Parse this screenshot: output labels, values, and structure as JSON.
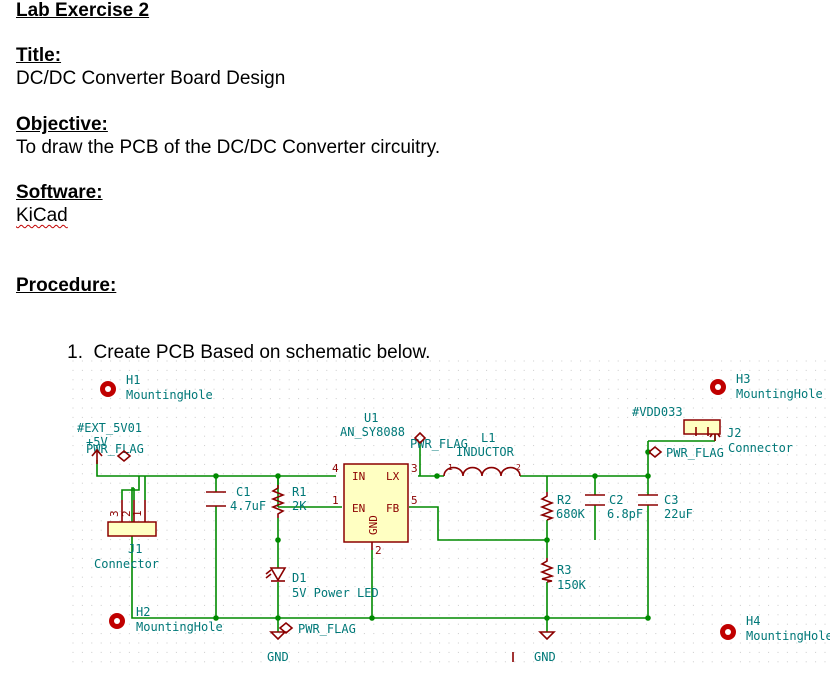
{
  "heading": "Lab Exercise 2",
  "sections": {
    "title_label": "Title:",
    "title_value": "DC/DC Converter Board Design",
    "objective_label": "Objective:",
    "objective_value": "To draw the PCB of the DC/DC Converter circuitry.",
    "software_label": "Software:",
    "software_value": "KiCad",
    "procedure_label": "Procedure:",
    "step_number": "1.",
    "step_text": "Create PCB Based on schematic below."
  },
  "schematic": {
    "h1_ref": "H1",
    "h1_val": "MountingHole",
    "h2_ref": "H2",
    "h2_val": "MountingHole",
    "h3_ref": "H3",
    "h3_val": "MountingHole",
    "h4_ref": "H4",
    "h4_val": "MountingHole",
    "ext_net": "#EXT_5V01",
    "pwr_flag_1": "PWR_FLAG",
    "v5": "+5V",
    "u1_ref": "U1",
    "u1_val": "AN_SY8088",
    "pwr_flag_2": "PWR_FLAG",
    "l1_ref": "L1",
    "l1_val": "INDUCTOR",
    "vdd_net": "#VDD033",
    "j2_ref": "J2",
    "j2_val": "Connector",
    "pwr_flag_3": "PWR_FLAG",
    "c1_ref": "C1",
    "c1_val": "4.7uF",
    "r1_ref": "R1",
    "r1_val": "2K",
    "r2_ref": "R2",
    "r2_val": "680K",
    "c2_ref": "C2",
    "c2_val": "6.8pF",
    "c3_ref": "C3",
    "c3_val": "22uF",
    "r3_ref": "R3",
    "r3_val": "150K",
    "d1_ref": "D1",
    "d1_val": "5V Power LED",
    "j1_ref": "J1",
    "j1_val": "Connector",
    "pwr_flag_4": "PWR_FLAG",
    "gnd_1": "GND",
    "gnd_2": "GND",
    "pin_in": "IN",
    "pin_lx": "LX",
    "pin_en": "EN",
    "pin_fb": "FB",
    "pin_gnd": "GND",
    "pin_4": "4",
    "pin_3": "3",
    "pin_1": "1",
    "pin_5": "5",
    "pin_2": "2",
    "j1_p3": "3",
    "j1_p2": "2",
    "j1_p1": "1",
    "l1_p1": "1",
    "l1_p2": "2"
  }
}
